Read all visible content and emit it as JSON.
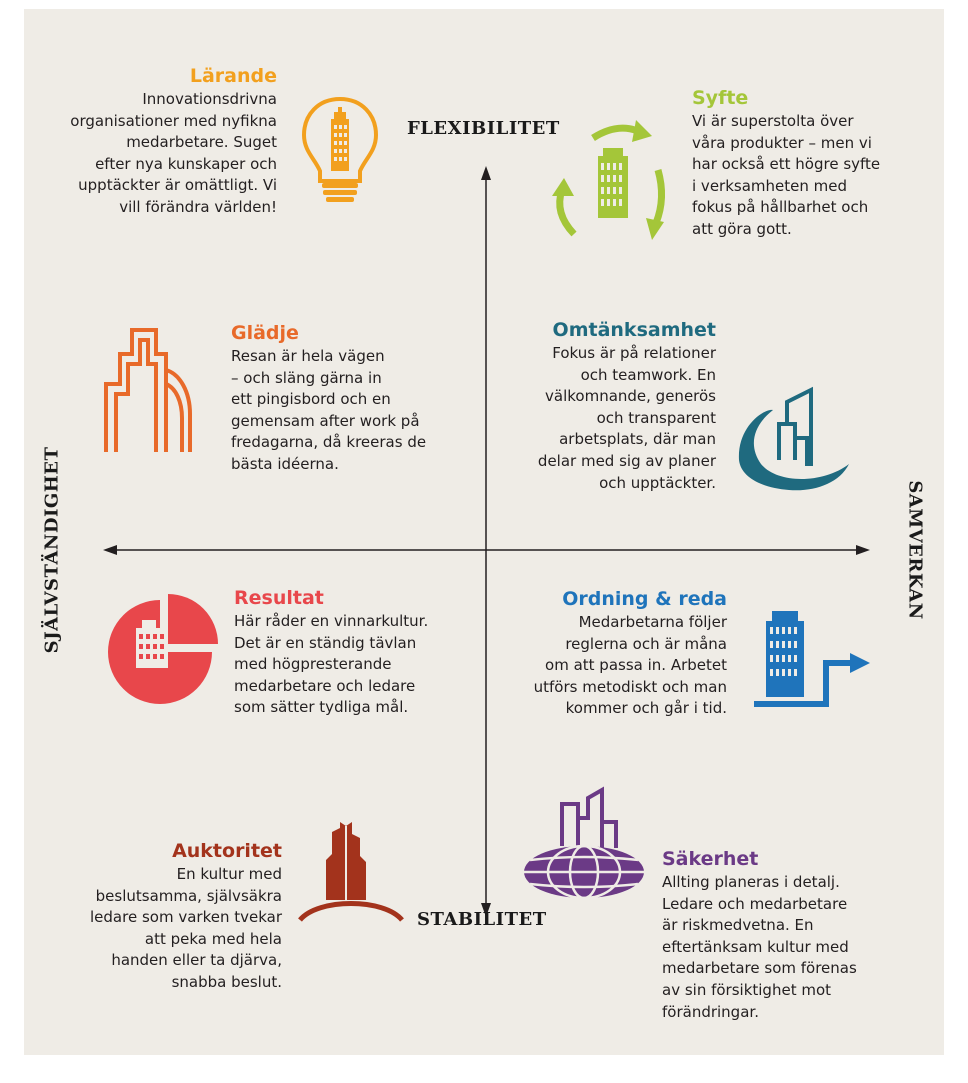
{
  "axes": {
    "top": "FLEXIBILITET",
    "bottom": "STABILITET",
    "left": "SJÄLVSTÄNDIGHET",
    "right": "SAMVERKAN"
  },
  "cultures": {
    "larande": {
      "title": "Lärande",
      "color": "#f2a01e",
      "icon": "lightbulb-building-icon",
      "text": "Innovationsdrivna\norganisationer med nyfikna\nmedarbetare. Suget\nefter nya kunskaper och\nupptäckter är omättligt. Vi\nvill förändra världen!"
    },
    "syfte": {
      "title": "Syfte",
      "color": "#a4c639",
      "icon": "recycle-building-icon",
      "text": "Vi är superstolta över\nvåra produkter – men vi\nhar också ett högre syfte\ni verksamheten med\nfokus på hållbarhet och\natt göra gott."
    },
    "gladje": {
      "title": "Glädje",
      "color": "#e86a2a",
      "icon": "skyscraper-outline-icon",
      "text": "Resan är hela vägen\n– och släng gärna in\nett pingisbord och en\ngemensam after work på\nfredagarna, då kreeras de\nbästa idéerna."
    },
    "omtanksamhet": {
      "title": "Omtänksamhet",
      "color": "#1f6a7f",
      "icon": "embraced-buildings-icon",
      "text": "Fokus är på relationer\noch teamwork. En\nvälkomnande, generös\noch transparent\narbetsplats, där man\ndelar med sig av planer\noch upptäckter."
    },
    "resultat": {
      "title": "Resultat",
      "color": "#e8474b",
      "icon": "pie-chart-building-icon",
      "text": "Här råder en vinnarkultur.\nDet är en ständig tävlan\nmed högpresterande\nmedarbetare och ledare\nsom sätter tydliga mål."
    },
    "ordning": {
      "title": "Ordning & reda",
      "color": "#1f74bb",
      "icon": "building-arrow-icon",
      "text": "Medarbetarna följer\nreglerna och är måna\nom att passa in. Arbetet\nutförs metodiskt och man\nkommer och går i tid."
    },
    "auktoritet": {
      "title": "Auktoritet",
      "color": "#a3331c",
      "icon": "tower-on-hill-icon",
      "text": "En kultur med\nbeslutsamma, självsäkra\nledare som varken tvekar\natt peka med hela\nhanden eller ta djärva,\nsnabba beslut."
    },
    "sakerhet": {
      "title": "Säkerhet",
      "color": "#6b3a86",
      "icon": "globe-buildings-icon",
      "text": "Allting planeras i detalj.\nLedare och medarbetare\när riskmedvetna. En\neftertänksam kultur med\nmedarbetare som förenas\nav sin försiktighet mot\nförändringar."
    }
  }
}
